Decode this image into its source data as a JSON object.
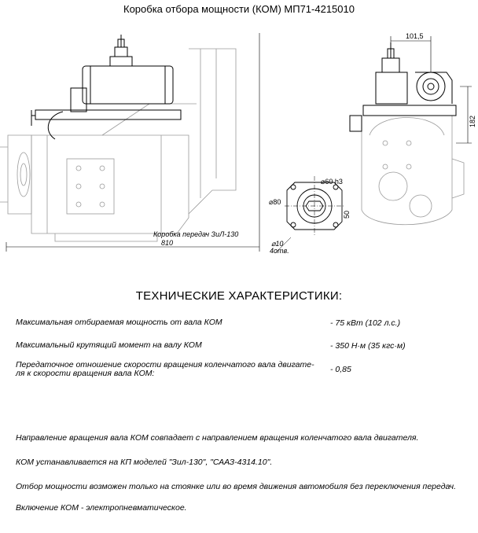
{
  "title": "Коробка отбора мощности (КОМ) МП71-4215010",
  "drawing": {
    "gearbox_label": "Коробка передач ЗиЛ-130",
    "dim_length": "810",
    "dim_width_top": "101,5",
    "dim_height": "182",
    "dim_shaft": "⌀60 h3",
    "dim_flange": "⌀80",
    "dim_50": "50",
    "dim_holes_1": "⌀10",
    "dim_holes_2": "4отв."
  },
  "specs_heading": "ТЕХНИЧЕСКИЕ ХАРАКТЕРИСТИКИ:",
  "specs": [
    {
      "name": "Максимальная отбираемая мощность от вала КОМ",
      "value": "- 75 кВт (102 л.с.)"
    },
    {
      "name": "Максимальный крутящий момент на валу  КОМ",
      "value": "- 350 Н·м (35 кгс·м)"
    },
    {
      "name": "Передаточное отношение скорости вращения коленчатого вала двигате-",
      "name2": "ля к скорости вращения вала  КОМ:",
      "value": "- 0,85"
    }
  ],
  "notes": [
    "Направление вращения вала КОМ совпадает с  направлением вращения коленчатого вала двигателя.",
    "КОМ устанавливается на КП моделей \"Зил-130\", \"СААЗ-4314.10\".",
    "Отбор мощности возможен только на стоянке или  во время движения автомобиля без переключения передач.",
    "Включение КОМ - электропневматическое."
  ]
}
